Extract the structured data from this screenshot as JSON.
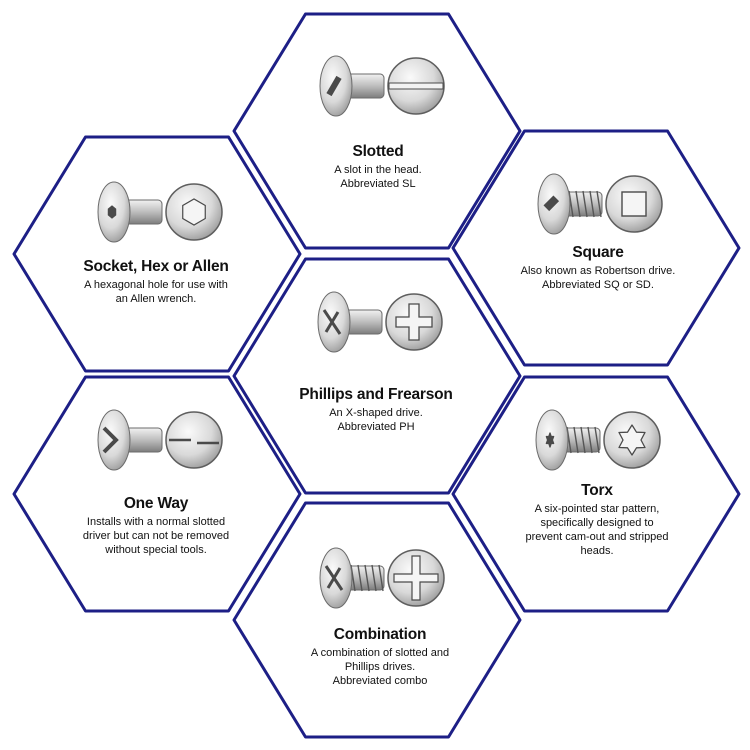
{
  "colors": {
    "hex_border": "#1d1f86",
    "metal_light": "#e6e6e6",
    "metal_dark": "#8a8a8a",
    "text": "#111111"
  },
  "drives": [
    {
      "key": "slotted",
      "title": "Slotted",
      "desc": [
        "A slot in the head.",
        "Abbreviated SL"
      ],
      "icon": "slotted-drive-icon"
    },
    {
      "key": "socket",
      "title": "Socket, Hex or Allen",
      "desc": [
        "A hexagonal hole for use with",
        "an Allen wrench."
      ],
      "icon": "hex-socket-drive-icon"
    },
    {
      "key": "square",
      "title": "Square",
      "desc": [
        "Also known as Robertson drive.",
        "Abbreviated SQ or SD."
      ],
      "icon": "square-drive-icon"
    },
    {
      "key": "phillips",
      "title": "Phillips and Frearson",
      "desc": [
        "An X-shaped drive.",
        "Abbreviated PH"
      ],
      "icon": "phillips-drive-icon"
    },
    {
      "key": "oneway",
      "title": "One Way",
      "desc": [
        "Installs with a normal slotted",
        "driver but can not be removed",
        "without special tools."
      ],
      "icon": "one-way-drive-icon"
    },
    {
      "key": "torx",
      "title": "Torx",
      "desc": [
        "A six-pointed star pattern,",
        "specifically designed to",
        "prevent cam-out and stripped",
        "heads."
      ],
      "icon": "torx-drive-icon"
    },
    {
      "key": "combination",
      "title": "Combination",
      "desc": [
        "A combination of slotted and",
        "Phillips drives.",
        "Abbreviated combo"
      ],
      "icon": "combination-drive-icon"
    }
  ]
}
